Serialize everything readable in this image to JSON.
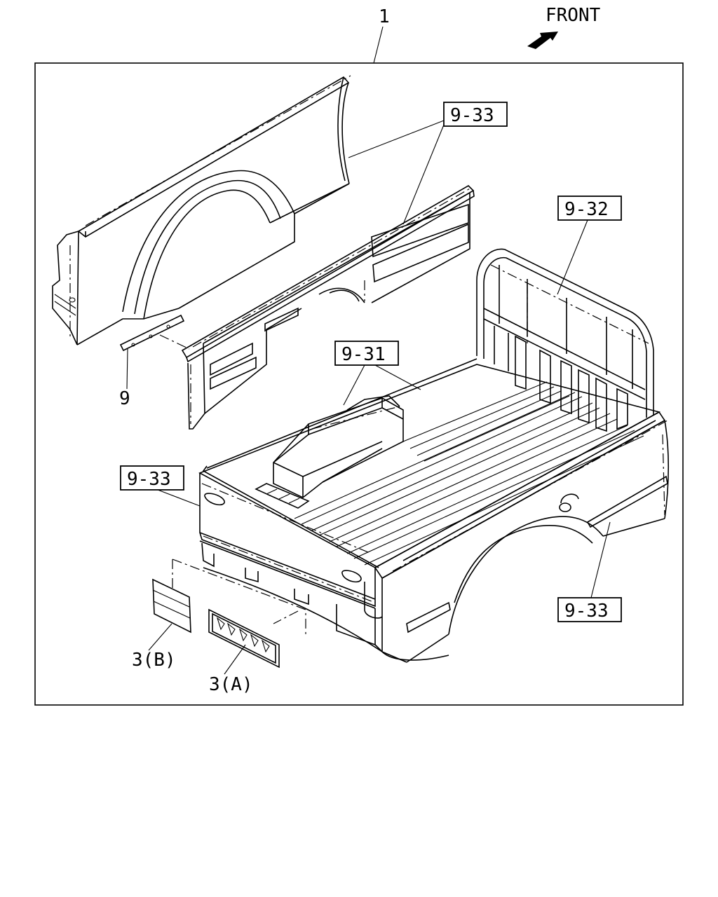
{
  "header": {
    "front_label": "FRONT"
  },
  "labels": {
    "assembly_ref": "1",
    "side_panel_upper_ref": "9-33",
    "headboard_ref": "9-32",
    "wheelhouse_ref": "9-31",
    "tailgate_ref": "9-33",
    "side_panel_right_ref": "9-33",
    "bracket_ref": "9",
    "decal_b_ref": "3(B)",
    "decal_a_ref": "3(A)"
  },
  "colors": {
    "ink": "#000000",
    "paper": "#ffffff"
  }
}
